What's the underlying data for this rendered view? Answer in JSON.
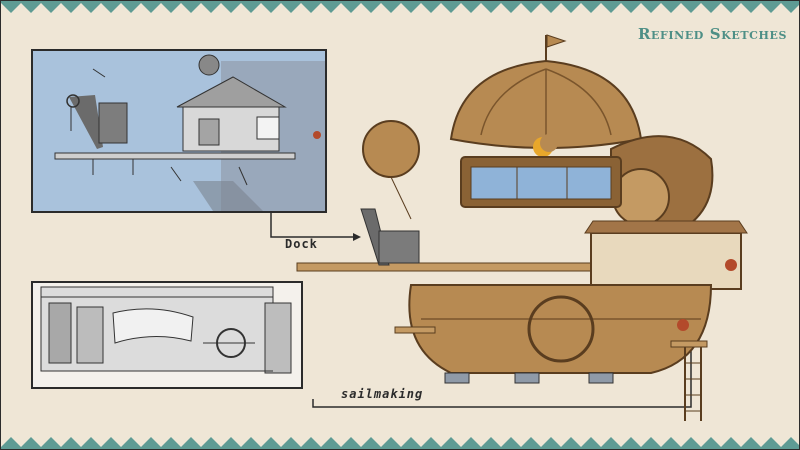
{
  "page": {
    "title": "Refined Sketches"
  },
  "labels": {
    "dock": "Dock",
    "sailmaking": "sailmaking"
  },
  "colors": {
    "background": "#efe6d6",
    "zigzag": "#5e9b94",
    "title": "#4e8f86",
    "wood": "#b78a52",
    "wood_dark": "#7a552c",
    "dock_sky": "#a9c2dc",
    "glass": "#8fb3d8"
  },
  "icons": {
    "flag": "flag-icon",
    "crescent": "crescent-moon-icon"
  }
}
